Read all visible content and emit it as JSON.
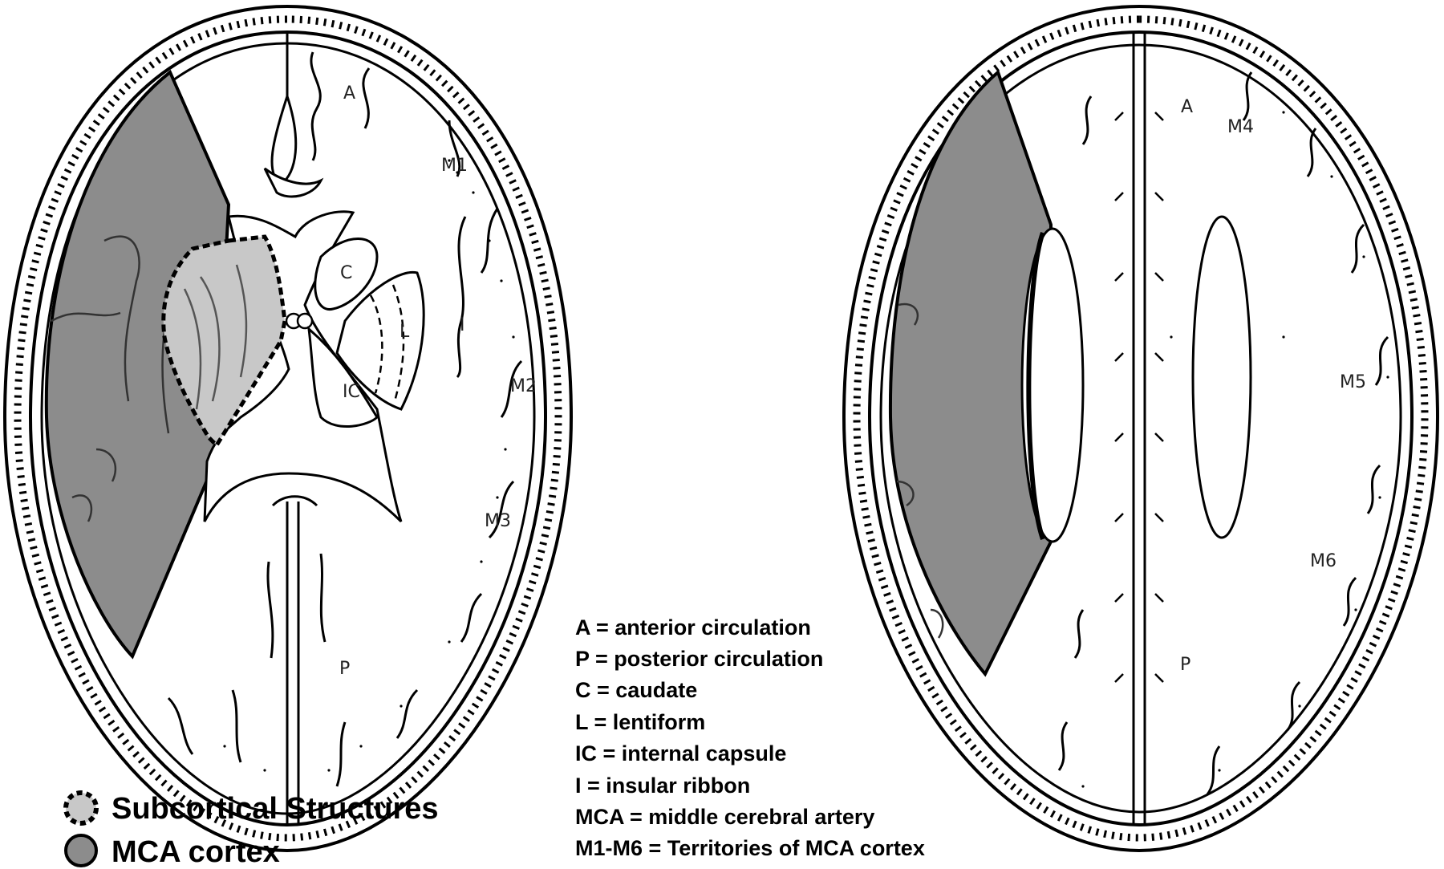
{
  "colors": {
    "mca_cortex": "#8c8c8c",
    "subcortical": "#c8c8c8",
    "outline": "#000000",
    "background": "#ffffff"
  },
  "left_brain": {
    "labels": {
      "A": "A",
      "M1": "M1",
      "C": "C",
      "L": "L",
      "I": "I",
      "IC": "IC",
      "M2": "M2",
      "M3": "M3",
      "P": "P"
    }
  },
  "right_brain": {
    "labels": {
      "A": "A",
      "M4": "M4",
      "M5": "M5",
      "M6": "M6",
      "P": "P"
    }
  },
  "key": {
    "items": [
      "A = anterior circulation",
      "P = posterior circulation",
      "C = caudate",
      "L = lentiform",
      "IC = internal capsule",
      "I = insular ribbon",
      "MCA = middle cerebral artery",
      "M1-M6 = Territories of MCA cortex"
    ]
  },
  "legend": {
    "subcortical": "Subcortical Structures",
    "mca_cortex": "MCA cortex"
  }
}
